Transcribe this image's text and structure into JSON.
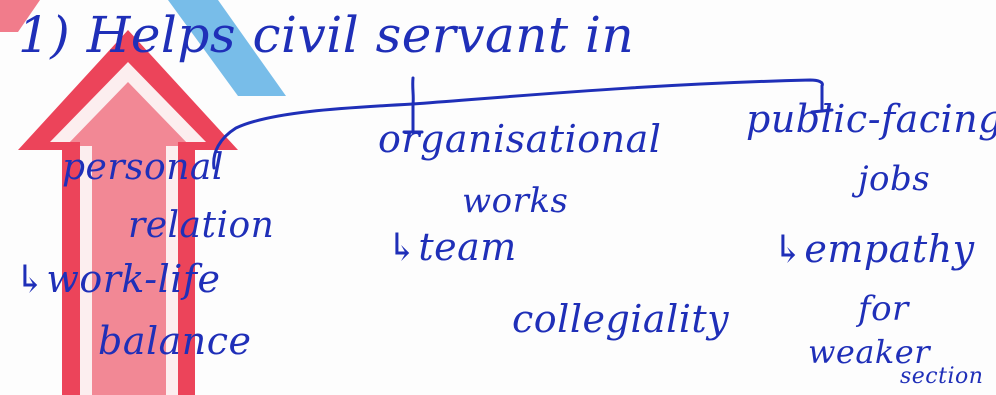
{
  "notes": {
    "heading": "1) Helps civil servant in",
    "branches": [
      {
        "title_line1": "personal",
        "title_line2": "relation",
        "sub_line1": "↳work-life",
        "sub_line2": "balance"
      },
      {
        "title_line1": "organisational",
        "title_line2": "works",
        "sub_line1": "↳team",
        "sub_line2": "collegiality"
      },
      {
        "title_line1": "public-facing",
        "title_line2": "jobs",
        "sub_line1": "↳empathy",
        "sub_line2": "for",
        "sub_line3": "weaker",
        "sub_line4": "section"
      }
    ]
  },
  "colors": {
    "ink": "#1f2fb8",
    "watermark_red": "#e8112d",
    "watermark_blue": "#1a8fd9"
  }
}
